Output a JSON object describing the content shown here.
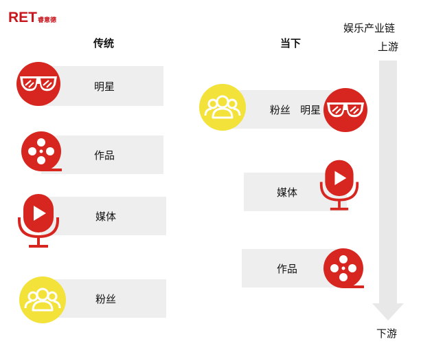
{
  "logo": {
    "ret": "RET",
    "cn": "睿意德"
  },
  "headings": {
    "traditional": "传统",
    "current": "当下"
  },
  "chain": {
    "title": "娱乐产业链",
    "upstream": "上游",
    "downstream": "下游"
  },
  "traditional": [
    {
      "label": "明星",
      "icon": "sunglasses-icon"
    },
    {
      "label": "作品",
      "icon": "film-reel-icon"
    },
    {
      "label": "媒体",
      "icon": "microphone-play-icon"
    },
    {
      "label": "粉丝",
      "icon": "people-icon"
    }
  ],
  "current": [
    {
      "label": "粉丝   明星",
      "icons": [
        "people-icon",
        "sunglasses-icon"
      ]
    },
    {
      "label": "媒体",
      "icon": "microphone-play-icon"
    },
    {
      "label": "作品",
      "icon": "film-reel-icon"
    }
  ],
  "colors": {
    "red": "#d7261f",
    "yellow": "#f2e23a",
    "box": "#eeeeee",
    "arrow": "#e8e8e8"
  }
}
